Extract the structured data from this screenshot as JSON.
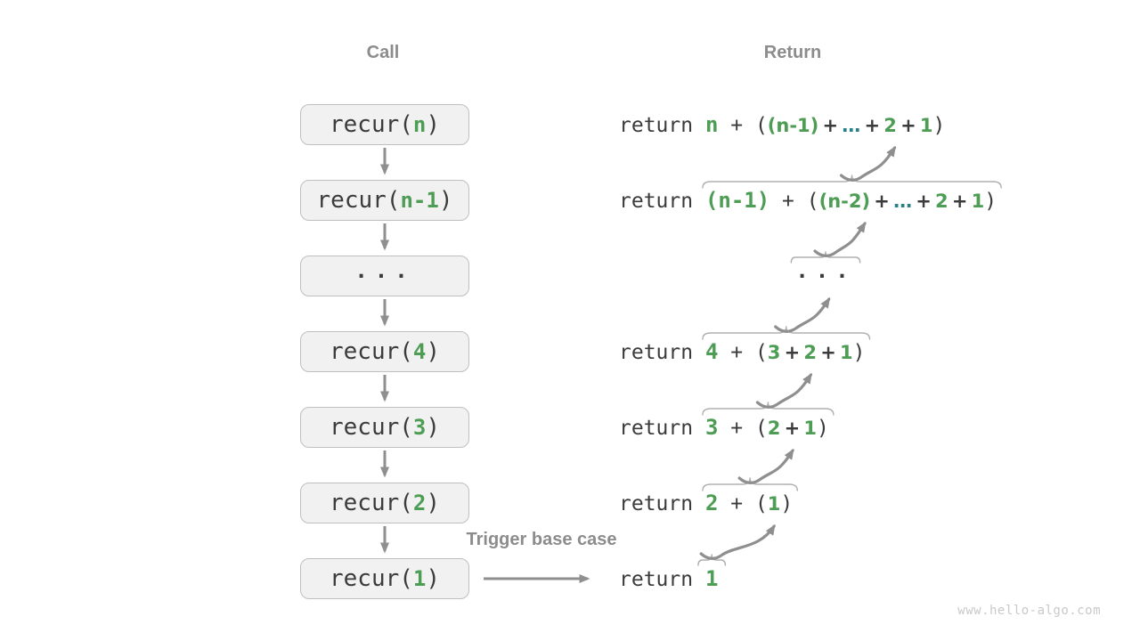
{
  "headers": {
    "call": "Call",
    "return": "Return"
  },
  "trigger_label": "Trigger base case",
  "watermark": "www.hello-algo.com",
  "colors": {
    "green": "#4d9d54",
    "teal": "#2a8185",
    "dark": "#3b3b3b",
    "label_gray": "#8c8c8c",
    "arrow": "#8f8f8f",
    "brace": "#b0b0b0",
    "box_fill": "#f1f1f1",
    "box_border": "#bfbfbf",
    "watermark": "#c9c9c9"
  },
  "rows": [
    {
      "call": [
        {
          "t": "recur(",
          "c": "dark",
          "f": "m"
        },
        {
          "t": "n",
          "c": "green",
          "f": "mb"
        },
        {
          "t": ")",
          "c": "dark",
          "f": "m"
        }
      ],
      "ret": [
        {
          "t": "return ",
          "c": "dark",
          "f": "m"
        },
        {
          "t": "n",
          "c": "green",
          "f": "mb"
        },
        {
          "t": " + ",
          "c": "dark",
          "f": "m"
        },
        {
          "t": "(",
          "c": "dark",
          "f": "m"
        },
        {
          "t": "(n-1)",
          "c": "green",
          "f": "sb"
        },
        {
          "t": " + ",
          "c": "dark",
          "f": "sb"
        },
        {
          "t": "…",
          "c": "teal",
          "f": "sb"
        },
        {
          "t": " + ",
          "c": "dark",
          "f": "sb"
        },
        {
          "t": "2",
          "c": "green",
          "f": "sb"
        },
        {
          "t": " + ",
          "c": "dark",
          "f": "sb"
        },
        {
          "t": "1",
          "c": "green",
          "f": "sb"
        },
        {
          "t": ")",
          "c": "dark",
          "f": "m"
        }
      ],
      "brace": "none"
    },
    {
      "call": [
        {
          "t": "recur(",
          "c": "dark",
          "f": "m"
        },
        {
          "t": "n-1",
          "c": "green",
          "f": "mb"
        },
        {
          "t": ")",
          "c": "dark",
          "f": "m"
        }
      ],
      "ret": [
        {
          "t": "return ",
          "c": "dark",
          "f": "m"
        },
        {
          "t": "(n-1)",
          "c": "green",
          "f": "mb"
        },
        {
          "t": " + ",
          "c": "dark",
          "f": "m"
        },
        {
          "t": "(",
          "c": "dark",
          "f": "m"
        },
        {
          "t": "(n-2)",
          "c": "green",
          "f": "sb"
        },
        {
          "t": " + ",
          "c": "dark",
          "f": "sb"
        },
        {
          "t": "…",
          "c": "teal",
          "f": "sb"
        },
        {
          "t": " + ",
          "c": "dark",
          "f": "sb"
        },
        {
          "t": "2",
          "c": "green",
          "f": "sb"
        },
        {
          "t": " + ",
          "c": "dark",
          "f": "sb"
        },
        {
          "t": "1",
          "c": "green",
          "f": "sb"
        },
        {
          "t": ")",
          "c": "dark",
          "f": "m"
        }
      ],
      "brace": "full",
      "arrow_dx": 48
    },
    {
      "call": [
        {
          "t": "···",
          "c": "dark",
          "f": "dots"
        }
      ],
      "ret": [
        {
          "t": "···",
          "c": "dark",
          "f": "dots"
        }
      ],
      "dots": true,
      "brace": "tiny",
      "arrow_dx": 44
    },
    {
      "call": [
        {
          "t": "recur(",
          "c": "dark",
          "f": "m"
        },
        {
          "t": "4",
          "c": "green",
          "f": "mb"
        },
        {
          "t": ")",
          "c": "dark",
          "f": "m"
        }
      ],
      "ret": [
        {
          "t": "return ",
          "c": "dark",
          "f": "m"
        },
        {
          "t": "4",
          "c": "green",
          "f": "mb"
        },
        {
          "t": " + ",
          "c": "dark",
          "f": "m"
        },
        {
          "t": "(",
          "c": "dark",
          "f": "m"
        },
        {
          "t": "3",
          "c": "green",
          "f": "sb"
        },
        {
          "t": " + ",
          "c": "dark",
          "f": "sb"
        },
        {
          "t": "2",
          "c": "green",
          "f": "sb"
        },
        {
          "t": " + ",
          "c": "dark",
          "f": "sb"
        },
        {
          "t": "1",
          "c": "green",
          "f": "sb"
        },
        {
          "t": ")",
          "c": "dark",
          "f": "m"
        }
      ],
      "brace": "full",
      "arrow_dx": 48
    },
    {
      "call": [
        {
          "t": "recur(",
          "c": "dark",
          "f": "m"
        },
        {
          "t": "3",
          "c": "green",
          "f": "mb"
        },
        {
          "t": ")",
          "c": "dark",
          "f": "m"
        }
      ],
      "ret": [
        {
          "t": "return ",
          "c": "dark",
          "f": "m"
        },
        {
          "t": "3",
          "c": "green",
          "f": "mb"
        },
        {
          "t": " + ",
          "c": "dark",
          "f": "m"
        },
        {
          "t": "(",
          "c": "dark",
          "f": "m"
        },
        {
          "t": "2",
          "c": "green",
          "f": "sb"
        },
        {
          "t": " + ",
          "c": "dark",
          "f": "sb"
        },
        {
          "t": "1",
          "c": "green",
          "f": "sb"
        },
        {
          "t": ")",
          "c": "dark",
          "f": "m"
        }
      ],
      "brace": "full",
      "arrow_dx": 48
    },
    {
      "call": [
        {
          "t": "recur(",
          "c": "dark",
          "f": "m"
        },
        {
          "t": "2",
          "c": "green",
          "f": "mb"
        },
        {
          "t": ")",
          "c": "dark",
          "f": "m"
        }
      ],
      "ret": [
        {
          "t": "return ",
          "c": "dark",
          "f": "m"
        },
        {
          "t": "2",
          "c": "green",
          "f": "mb"
        },
        {
          "t": " + ",
          "c": "dark",
          "f": "m"
        },
        {
          "t": "(",
          "c": "dark",
          "f": "m"
        },
        {
          "t": "1",
          "c": "green",
          "f": "sb"
        },
        {
          "t": ")",
          "c": "dark",
          "f": "m"
        }
      ],
      "brace": "full",
      "arrow_dx": 48
    },
    {
      "call": [
        {
          "t": "recur(",
          "c": "dark",
          "f": "m"
        },
        {
          "t": "1",
          "c": "green",
          "f": "mb"
        },
        {
          "t": ")",
          "c": "dark",
          "f": "m"
        }
      ],
      "ret": [
        {
          "t": "return ",
          "c": "dark",
          "f": "m"
        },
        {
          "t": "1",
          "c": "green",
          "f": "mb"
        }
      ],
      "brace": "tiny",
      "arrow_dx": 70,
      "trigger": true
    }
  ]
}
